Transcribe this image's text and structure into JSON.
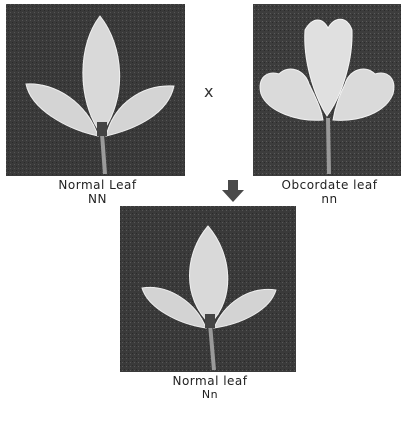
{
  "cross_symbol": "x",
  "parents": [
    {
      "label": "Normal Leaf",
      "genotype": "NN"
    },
    {
      "label": "Obcordate leaf",
      "genotype": "nn"
    }
  ],
  "offspring": {
    "label": "Normal leaf",
    "genotype": "Nn"
  },
  "colors": {
    "panel_background": "#3a3a3a",
    "leaf_fill": "#d9d9d9",
    "stem": "#888888"
  }
}
